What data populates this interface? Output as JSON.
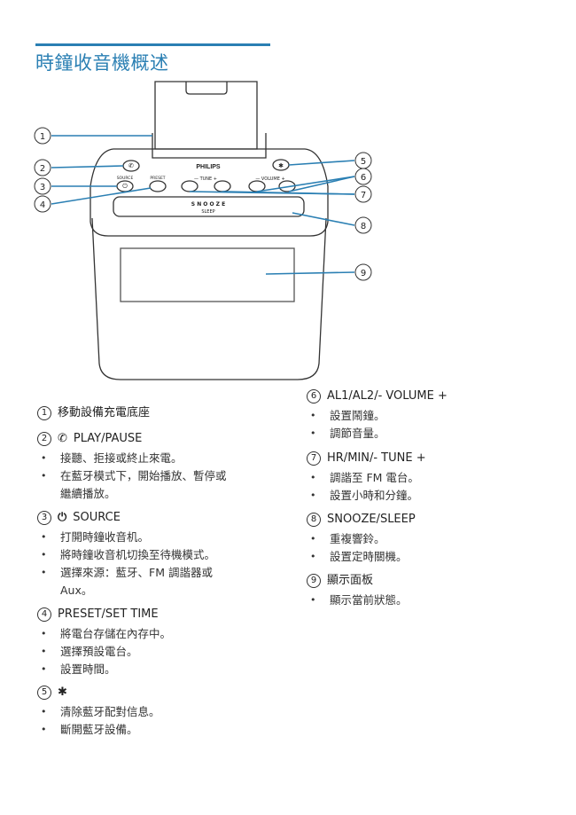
{
  "title": "時鐘收音機概述",
  "diagram": {
    "brand": "PHILIPS",
    "snooze_label": "S N O O Z E",
    "sleep_label": "SLEEP",
    "tune_label": "—  TUNE  +",
    "volume_label": "—  VOLUME  +",
    "source_label": "SOURCE",
    "preset_label": "PRESET",
    "callouts": [
      "1",
      "2",
      "3",
      "4",
      "5",
      "6",
      "7",
      "8",
      "9"
    ]
  },
  "left": [
    {
      "num": "1",
      "heading": "移動設備充電底座",
      "symbol": "",
      "bullets": []
    },
    {
      "num": "2",
      "heading": "PLAY/PAUSE",
      "symbol": "✆",
      "bullets": [
        "接聽、拒接或終止來電。",
        "在藍牙模式下，開始播放、暫停或",
        "繼續播放。"
      ]
    },
    {
      "num": "3",
      "heading": "SOURCE",
      "symbol": "⏻",
      "bullets": [
        "打開時鐘收音机。",
        "將時鐘收音机切換至待機模式。",
        "選擇來源：藍牙、FM 調諧器或",
        "Aux。"
      ]
    },
    {
      "num": "4",
      "heading": "PRESET/SET TIME",
      "symbol": "",
      "bullets": [
        "將電台存儲在內存中。",
        "選擇預設電台。",
        "設置時間。"
      ]
    },
    {
      "num": "5",
      "heading": "",
      "symbol": "✱",
      "bullets": [
        "清除藍牙配對信息。",
        "斷開藍牙設備。"
      ]
    }
  ],
  "right": [
    {
      "num": "6",
      "heading": "AL1/AL2/- VOLUME +",
      "bullets": [
        "設置鬧鐘。",
        "調節音量。"
      ]
    },
    {
      "num": "7",
      "heading": "HR/MIN/- TUNE +",
      "bullets": [
        "調諧至 FM 電台。",
        "設置小時和分鐘。"
      ]
    },
    {
      "num": "8",
      "heading": "SNOOZE/SLEEP",
      "bullets": [
        "重複響鈴。",
        "設置定時關機。"
      ]
    },
    {
      "num": "9",
      "heading": "顯示面板",
      "bullets": [
        "顯示當前狀態。"
      ]
    }
  ]
}
